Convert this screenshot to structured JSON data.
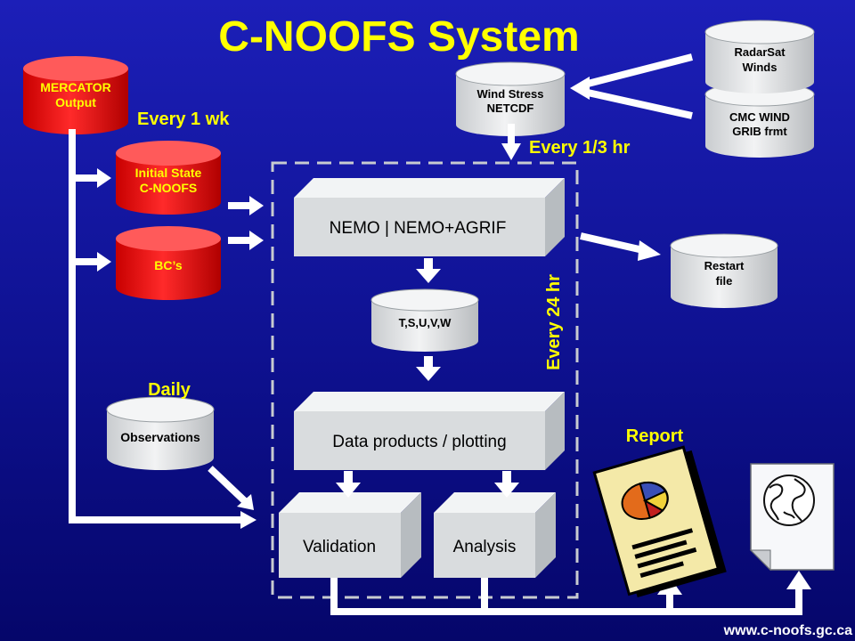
{
  "title": "C-NOOFS System",
  "website": "www.c-noofs.gc.ca",
  "colors": {
    "title": "#ffff00",
    "label": "#ffff00",
    "arrow": "#ffffff",
    "red_cylinder": "#ff1a1a",
    "gray_cylinder": "#e8e8e8",
    "box_front": "#d9dcde",
    "box_top": "#f2f4f5",
    "box_side": "#b7bcc0"
  },
  "cylinders": {
    "mercator": [
      "MERCATOR",
      "Output"
    ],
    "initial_state": [
      "Initial State",
      "C-NOOFS"
    ],
    "bcs": [
      "BC’s"
    ],
    "observations": [
      "Observations"
    ],
    "wind_stress": [
      "Wind Stress",
      "NETCDF"
    ],
    "radarsat": [
      "RadarSat",
      "Winds"
    ],
    "cmc_wind": [
      "CMC WIND",
      "GRIB frmt"
    ],
    "restart": [
      "Restart",
      "file"
    ],
    "tsuvw": [
      "T,S,U,V,W"
    ]
  },
  "boxes": {
    "nemo": "NEMO | NEMO+AGRIF",
    "data_products": "Data products / plotting",
    "validation": "Validation",
    "analysis": "Analysis"
  },
  "labels": {
    "every_week": "Every 1 wk",
    "every_third_hour": "Every 1/3 hr",
    "every_day_vertical": "Every 24 hr",
    "daily": "Daily",
    "report": "Report"
  },
  "icons": [
    "report-pie-chart-icon",
    "globe-document-icon"
  ]
}
